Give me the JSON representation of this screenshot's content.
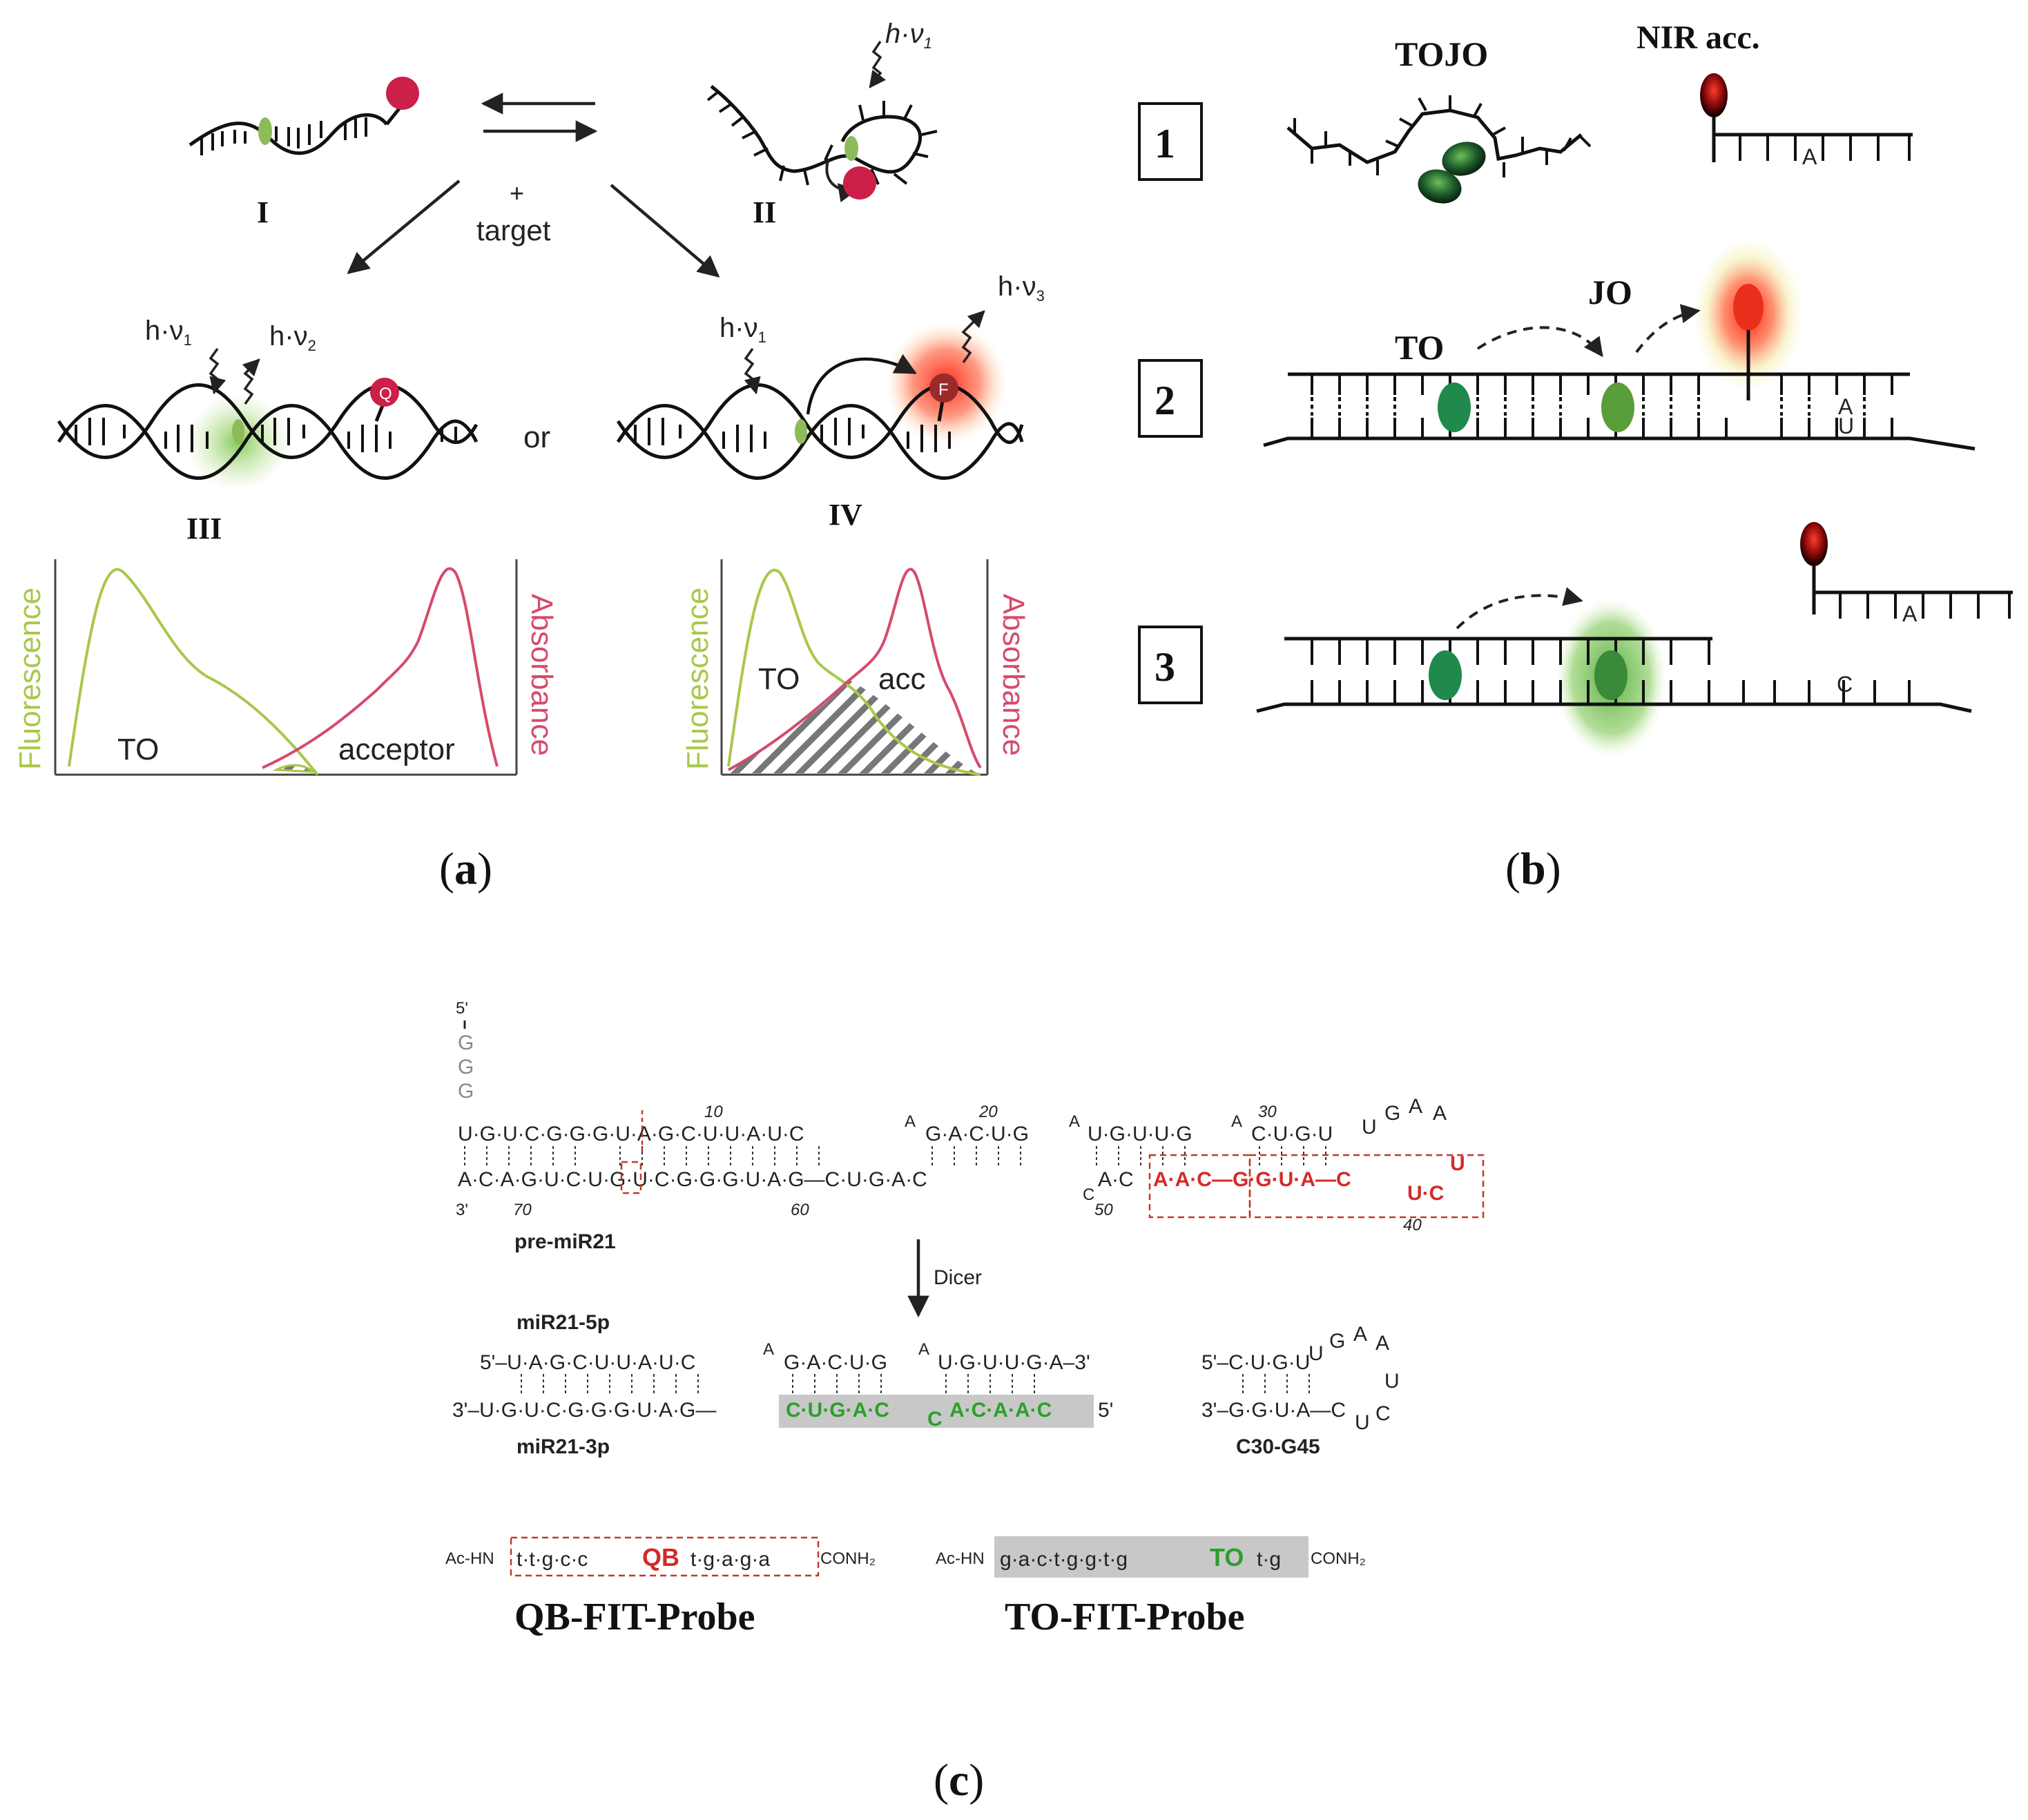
{
  "panel_a": {
    "label_open": "(",
    "label_letter": "a",
    "label_close": ")",
    "state_I": "I",
    "state_II": "II",
    "state_III": "III",
    "state_IV": "IV",
    "plus": "+",
    "target": "target",
    "or": "or",
    "hv1": "h·ν",
    "hv1_sub": "1",
    "hv2": "h·ν",
    "hv2_sub": "2",
    "hv3": "h·ν",
    "hv3_sub": "3",
    "quencher": "Q",
    "fluorophore": "F",
    "left_plot": {
      "ylabel_left": "Fluorescence",
      "ylabel_right": "Absorbance",
      "label_to": "TO",
      "label_acceptor": "acceptor"
    },
    "right_plot": {
      "ylabel_left": "Fluorescence",
      "ylabel_right": "Absorbance",
      "label_to": "TO",
      "label_acc": "acc"
    }
  },
  "panel_b": {
    "label_letter": "b",
    "step1": "1",
    "step2": "2",
    "step3": "3",
    "tojo": "TOJO",
    "nir": "NIR acc.",
    "to": "TO",
    "jo": "JO",
    "base_A1": "A",
    "base_A2": "A",
    "base_U2": "U",
    "base_A3": "A",
    "base_C3": "C"
  },
  "panel_c": {
    "label_letter": "c",
    "five_prime": "5'",
    "three_prime": "3'",
    "ggg": [
      "G",
      "G",
      "G"
    ],
    "top_strand": "U·G·U·C·G·G·G·U·A·G·C·U·U·A·U·C",
    "top_bulge": "A",
    "top_mid": "G·A·C·U·G",
    "top_bulge2": "A",
    "top_end": "U·G·U·U·G",
    "top_bulge3": "A",
    "loop_top": "C·U·G·U",
    "loop_bases": [
      "U",
      "G",
      "A",
      "A"
    ],
    "bottom_strand": "A·C·A·G·U·C·U·G·U·C·G·G·G·U·A·G—C·U·G·A·C",
    "bottom_bulge": "C",
    "bottom_mid": "A·C",
    "bottom_red": "A·A·C—G·G·U·A—C",
    "bottom_red2": "U·C",
    "loop_red": "U",
    "numbers": {
      "n10": "10",
      "n20": "20",
      "n30": "30",
      "n40": "40",
      "n50": "50",
      "n60": "60",
      "n70": "70"
    },
    "pre_label": "pre-miR21",
    "dicer": "Dicer",
    "mir5p_label": "miR21-5p",
    "mir3p_label": "miR21-3p",
    "mir5p_seq": "5'–U·A·G·C·U·U·A·U·C",
    "mir5p_bulge": "A",
    "mir5p_seq2": "G·A·C·U·G",
    "mir5p_bulge2": "A",
    "mir5p_seq3": "U·G·U·U·G·A–3'",
    "mir3p_seq": "3'–U·G·U·C·G·G·G·U·A·G—",
    "mir3p_green": "C·U·G·A·C",
    "mir3p_green_c": "C",
    "mir3p_green2": "A·C·A·A·C",
    "mir3p_end": "5'",
    "hairpin_label": "C30-G45",
    "hairpin_top": "5'–C·U·G·U",
    "hairpin_loop": [
      "U",
      "G",
      "A",
      "A",
      "U"
    ],
    "hairpin_bottom": "3'–G·G·U·A—C",
    "hairpin_bottom_loop": [
      "U",
      "C"
    ],
    "qb_probe": {
      "prefix": "Ac-HN",
      "seq1": "t·t·g·c·c",
      "dye": "QB",
      "seq2": "t·g·a·g·a",
      "suffix": "CONH₂",
      "title": "QB-FIT-Probe"
    },
    "to_probe": {
      "prefix": "Ac-HN",
      "seq1": "g·a·c·t·g·g·t·g",
      "dye": "TO",
      "seq2": "t·g",
      "suffix": "CONH₂",
      "title": "TO-FIT-Probe"
    }
  },
  "colors": {
    "fluorescence_green": "#a8c84a",
    "absorbance_red": "#d64a6a",
    "dye_green": "#1f8a4c",
    "red_highlight": "#d42a2a",
    "highlight_gray": "#c8c8c8"
  }
}
